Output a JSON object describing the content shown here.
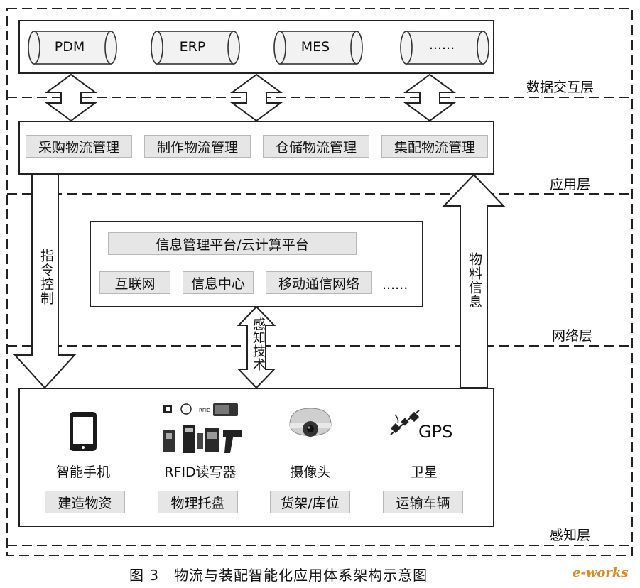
{
  "layers": {
    "data_exchange": "数据交互层",
    "application": "应用层",
    "network": "网络层",
    "perception": "感知层"
  },
  "data_systems": [
    "PDM",
    "ERP",
    "MES",
    "......"
  ],
  "application_modules": [
    "采购物流管理",
    "制作物流管理",
    "仓储物流管理",
    "集配物流管理"
  ],
  "network": {
    "platform": "信息管理平台/云计算平台",
    "items": [
      "互联网",
      "信息中心",
      "移动通信网络"
    ],
    "ellipsis": "......"
  },
  "arrows": {
    "command_control": "指令控制",
    "sensing_tech": "感知技术",
    "material_info": "物料信息"
  },
  "devices": [
    {
      "name": "智能手机",
      "tag": "建造物资",
      "icon": "smartphone-icon"
    },
    {
      "name": "RFID读写器",
      "tag": "物理托盘",
      "icon": "rfid-reader-icon"
    },
    {
      "name": "摄像头",
      "tag": "货架/库位",
      "icon": "camera-icon"
    },
    {
      "name": "卫星",
      "tag": "运输车辆",
      "icon": "satellite-icon"
    }
  ],
  "gps_label": "GPS",
  "rfid_icon_text": "RFID",
  "caption": "图 3　物流与装配智能化应用体系架构示意图",
  "watermark": "e-works"
}
